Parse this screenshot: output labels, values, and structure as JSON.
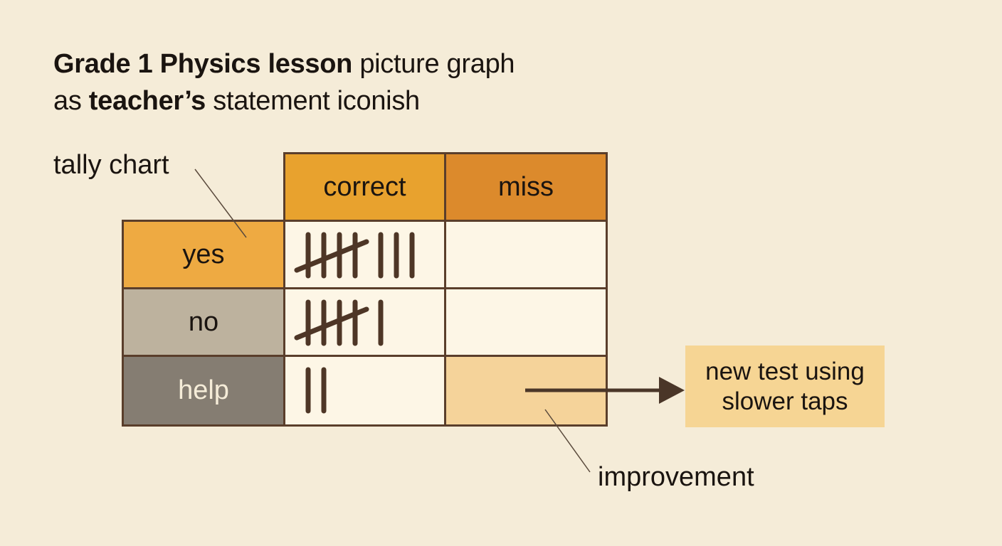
{
  "title": {
    "line1_bold": "Grade 1 Physics lesson",
    "line1_rest": " picture graph",
    "line2_pre": "as ",
    "line2_bold": "teacher’s",
    "line2_rest": " statement iconish"
  },
  "labels": {
    "tally_chart": "tally chart",
    "improvement": "improvement"
  },
  "table": {
    "columns": [
      "correct",
      "miss"
    ],
    "rows": [
      {
        "label": "yes",
        "correct_tally": 8,
        "miss_tally": 0
      },
      {
        "label": "no",
        "correct_tally": 6,
        "miss_tally": 0
      },
      {
        "label": "help",
        "correct_tally": 2,
        "miss_tally": 0
      }
    ]
  },
  "callout": {
    "line1": "new test using",
    "line2": "slower taps"
  },
  "colors": {
    "background": "#f5ecd8",
    "header_correct": "#e8a22e",
    "header_miss": "#dc8a2c",
    "row_yes": "#eeaa42",
    "row_no": "#bdb29e",
    "row_help": "#857d72",
    "help_miss_cell": "#f5d39a",
    "callout_box": "#f6d594",
    "border": "#5a3e2b",
    "tally": "#4e3626",
    "arrow": "#4a3628"
  }
}
